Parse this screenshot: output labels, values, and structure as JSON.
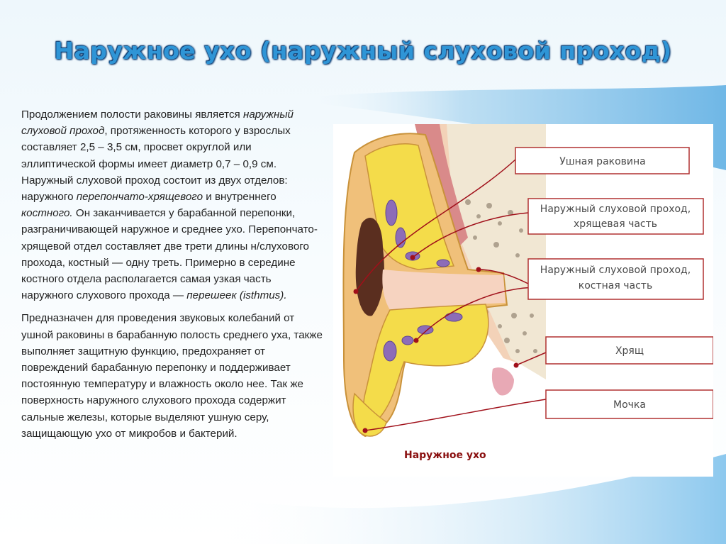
{
  "slide": {
    "title": "Наружное ухо (наружный слуховой проход)"
  },
  "text": {
    "p1": [
      {
        "t": "Продолжением полости раковины является ",
        "i": false
      },
      {
        "t": "наружный слуховой проход",
        "i": true
      },
      {
        "t": ", протяженность которого у взрослых составляет 2,5 – 3,5 см, просвет округлой или эллиптической формы имеет диаметр 0,7 – 0,9 см. Наружный слуховой проход состоит из двух отделов: наружного ",
        "i": false
      },
      {
        "t": "перепончато-хрящевого",
        "i": true
      },
      {
        "t": " и внутреннего ",
        "i": false
      },
      {
        "t": "костного.",
        "i": true
      },
      {
        "t": " Он заканчивается у барабанной перепонки, разграничивающей наружное и среднее ухо. Перепончато-хрящевой отдел составляет две трети длины н/слухового прохода, костный — одну треть. Примерно в середине костного отдела располагается самая узкая часть наружного слухового прохода — ",
        "i": false
      },
      {
        "t": "перешеек (isthmus).",
        "i": true
      }
    ],
    "p2": "Предназначен для проведения звуковых колебаний от ушной раковины в барабанную полость среднего уха, также выполняет защитную функцию, предохраняет от повреждений барабанную перепонку и поддерживает постоянную температуру и влажность около нее. Так же поверхность наружного слухового прохода содержит сальные железы, которые выделяют ушную серу, защищающую ухо от микробов и бактерий."
  },
  "figure": {
    "labels": {
      "auricle": "Ушная раковина",
      "cartilaginous_1": "Наружный слуховой проход,",
      "cartilaginous_2": "хрящевая часть",
      "bony_1": "Наружный слуховой проход,",
      "bony_2": "костная часть",
      "cartilage": "Хрящ",
      "lobule": "Мочка"
    },
    "caption": "Наружное ухо"
  },
  "colors": {
    "title": "#2f95d6",
    "title_outline": "#0b3c72",
    "callout_line": "#a0101a",
    "callout_border": "#b03030",
    "caption": "#8a1010",
    "ear_yellow": "#f4dc4a",
    "ear_outline": "#c9923a",
    "lumen_pink": "#f6d3c0",
    "gland_purple": "#8d6cb8",
    "bone": "#f1e7d3"
  }
}
